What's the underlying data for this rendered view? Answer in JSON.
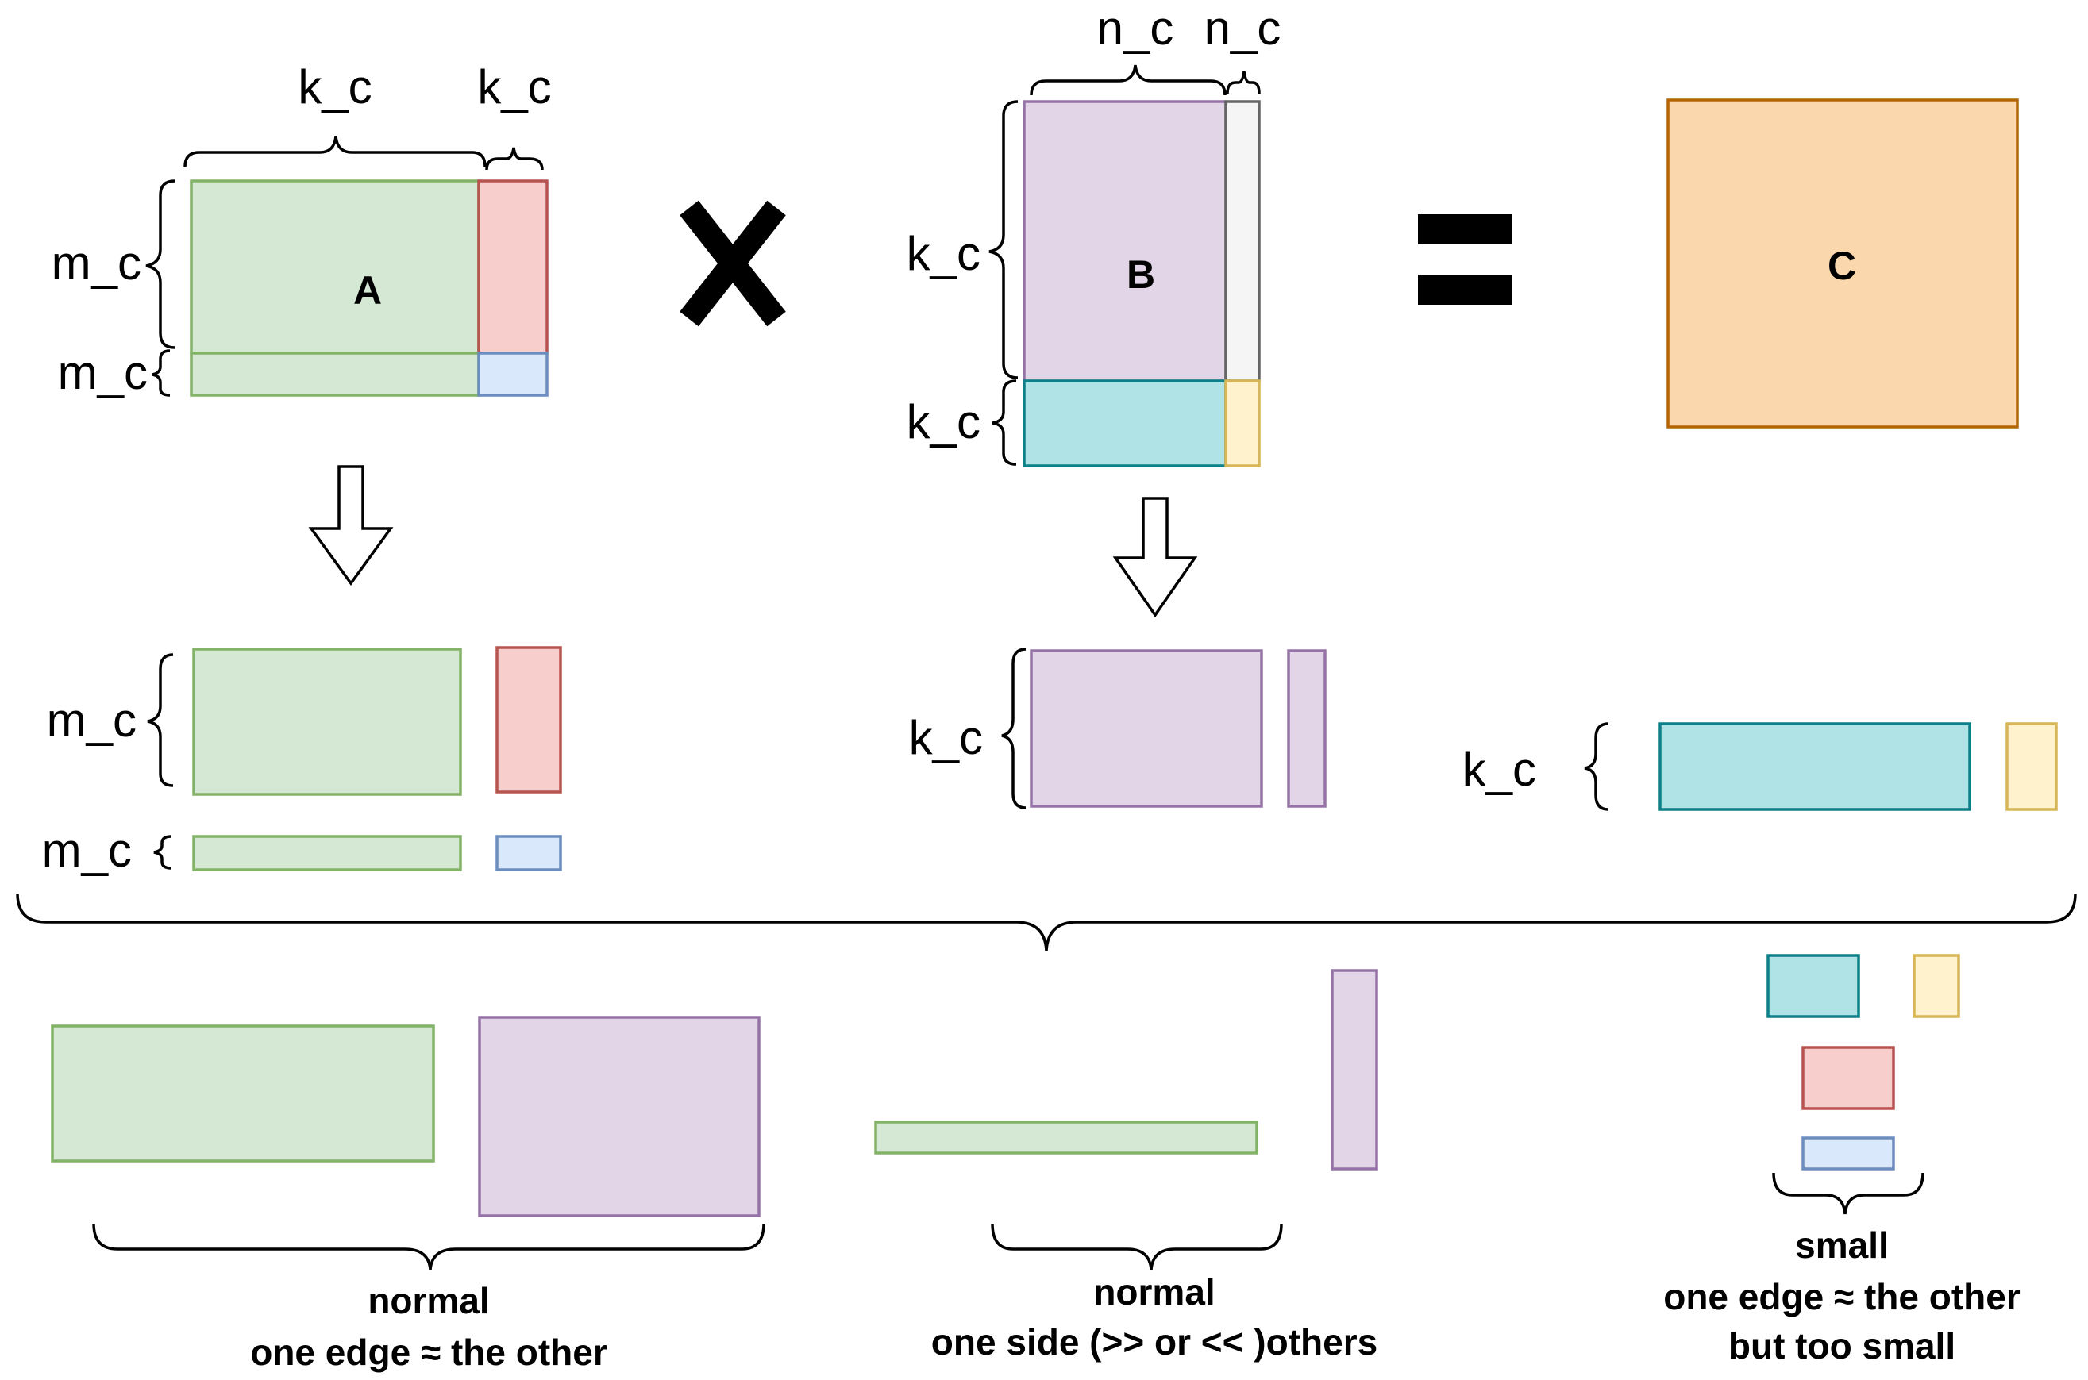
{
  "colors": {
    "green_fill": "#d5e8d4",
    "green_stroke": "#82b366",
    "red_fill": "#f8cecc",
    "red_stroke": "#b85450",
    "blue_fill": "#dae8fc",
    "blue_stroke": "#6c8ebf",
    "purple_fill": "#e1d5e7",
    "purple_stroke": "#9673a6",
    "gray_fill": "#f5f5f5",
    "gray_stroke": "#666666",
    "cyan_fill": "#b0e3e6",
    "cyan_stroke": "#0e8088",
    "yellow_fill": "#fff2cc",
    "yellow_stroke": "#d6b656",
    "orange_fill": "#fad7ac",
    "orange_stroke": "#b46504"
  },
  "top": {
    "matrix_a": {
      "label": "A",
      "col_labels": [
        "k_c",
        "k_c"
      ],
      "row_labels": [
        "m_c",
        "m_c"
      ]
    },
    "matrix_b": {
      "label": "B",
      "col_labels": [
        "n_c",
        "n_c"
      ],
      "row_labels": [
        "k_c",
        "k_c"
      ]
    },
    "matrix_c": {
      "label": "C"
    },
    "multiply_icon": "multiply-icon",
    "equals_icon": "equals-icon"
  },
  "middle": {
    "a_split_labels": [
      "m_c",
      "m_c"
    ],
    "b_split_label": "k_c",
    "b_bottom_label": "k_c"
  },
  "bottom": {
    "group_normal": {
      "line1": "normal",
      "line2": "one edge ≈  the other"
    },
    "group_skinny": {
      "line1": "normal",
      "line2": "one side (>> or << )others"
    },
    "group_small": {
      "line1": "small",
      "line2": "one edge ≈ the other",
      "line3": "but too small"
    }
  }
}
